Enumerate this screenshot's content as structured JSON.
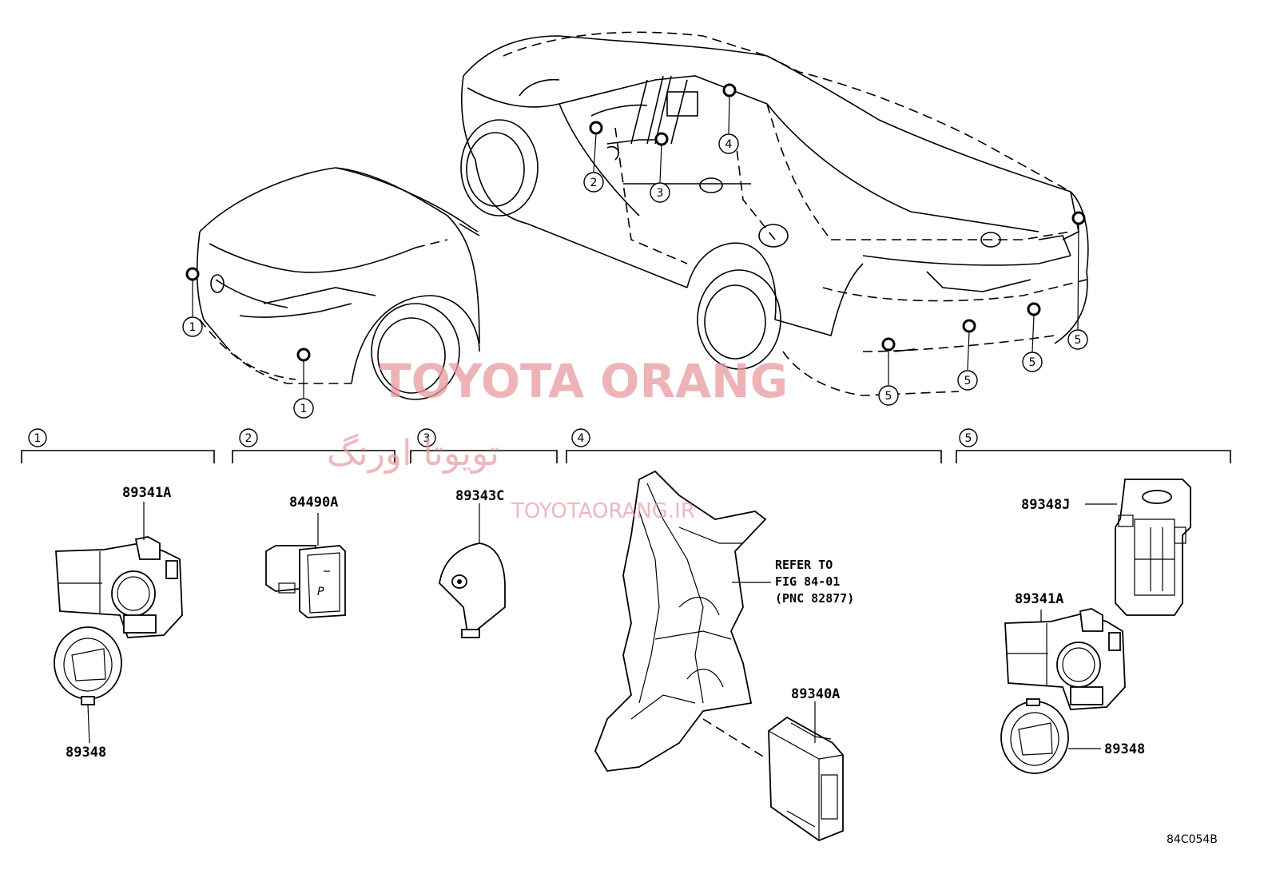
{
  "diagram": {
    "code": "84C054B",
    "callouts_on_vehicle": [
      "1",
      "1",
      "2",
      "3",
      "4",
      "5",
      "5",
      "5",
      "5"
    ],
    "sections": [
      {
        "id": "1",
        "parts": [
          "89341A",
          "89348"
        ]
      },
      {
        "id": "2",
        "parts": [
          "84490A"
        ]
      },
      {
        "id": "3",
        "parts": [
          "89343C"
        ]
      },
      {
        "id": "4",
        "parts": [
          "89340A"
        ],
        "reference": [
          "REFER TO",
          "FIG 84-01",
          "(PNC 82877)"
        ]
      },
      {
        "id": "5",
        "parts": [
          "89348J",
          "89341A",
          "89348"
        ]
      }
    ],
    "switch_label": "P"
  },
  "watermark": {
    "title": "TOYOTA ORANG",
    "persian": "تویوتا اورنگ",
    "site": "TOYOTAORANG.IR"
  }
}
